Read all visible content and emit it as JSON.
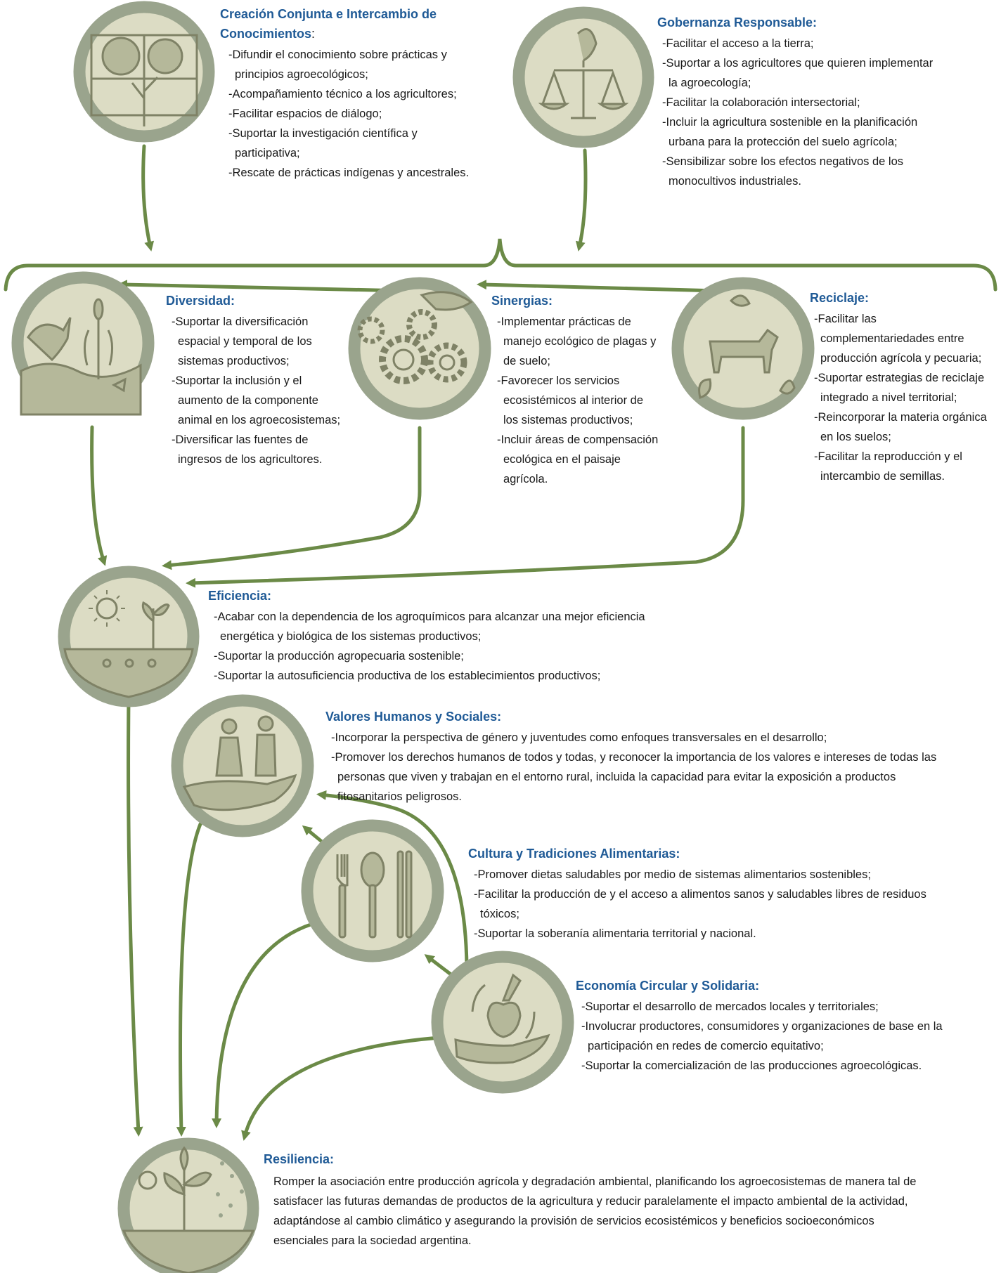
{
  "colors": {
    "arrow": "#6b8a47",
    "ring": "#9aa48d",
    "ring_inner": "#dcdcc4",
    "icon_fill": "#b5b89a",
    "icon_stroke": "#7f8266",
    "title": "#1f5a96"
  },
  "nodes": {
    "conocimiento": {
      "title": "Creación Conjunta e Intercambio de Conocimientos",
      "title_suffix": ":",
      "icon": "trees-icon",
      "items": [
        "-Difundir el conocimiento sobre prácticas y principios agroecológicos;",
        "-Acompañamiento técnico a los agricultores;",
        "-Facilitar espacios de diálogo;",
        "-Suportar la investigación científica y participativa;",
        "-Rescate de prácticas indígenas y ancestrales."
      ]
    },
    "gobernanza": {
      "title": "Gobernanza Responsable:",
      "icon": "scales-icon",
      "items": [
        "-Facilitar el acceso a la tierra;",
        "-Suportar a los agricultores que quieren implementar la agroecología;",
        "-Facilitar la colaboración intersectorial;",
        "-Incluir la agricultura sostenible en la planificación urbana para la protección del suelo agrícola;",
        "-Sensibilizar sobre los efectos negativos de los monocultivos industriales."
      ]
    },
    "diversidad": {
      "title": "Diversidad:",
      "icon": "goat-crops-icon",
      "items": [
        "-Suportar la diversificación espacial y temporal de los sistemas productivos;",
        "-Suportar la inclusión y el aumento de la componente animal en los agroecosistemas;",
        "-Diversificar las fuentes de ingresos de los agricultores."
      ]
    },
    "sinergias": {
      "title": "Sinergias:",
      "icon": "gears-icon",
      "items": [
        "-Implementar prácticas de manejo ecológico de plagas y de suelo;",
        "-Favorecer los servicios ecosistémicos al interior de los sistemas productivos;",
        "-Incluir áreas de compensación ecológica en el paisaje agrícola."
      ]
    },
    "reciclaje": {
      "title": "Reciclaje:",
      "icon": "cow-leaves-icon",
      "items": [
        "-Facilitar las complementariedades entre producción agrícola y pecuaria;",
        "-Suportar estrategias de reciclaje integrado a nivel territorial;",
        "-Reincorporar la materia orgánica en los suelos;",
        "-Facilitar la reproducción y el intercambio de semillas."
      ]
    },
    "eficiencia": {
      "title": "Eficiencia:",
      "icon": "sun-sprout-icon",
      "items": [
        "-Acabar con la dependencia de los agroquímicos para alcanzar una mejor eficiencia energética y biológica de los sistemas productivos;",
        "-Suportar la producción agropecuaria sostenible;",
        "-Suportar la autosuficiencia productiva de los establecimientos productivos;"
      ]
    },
    "valores": {
      "title": "Valores Humanos y Sociales:",
      "icon": "farmers-hand-icon",
      "items": [
        "-Incorporar la perspectiva de género y juventudes como enfoques transversales en el desarrollo;",
        "-Promover los derechos humanos de todos y todas, y reconocer la importancia de los valores e intereses de todas las personas que viven y trabajan en el entorno rural, incluida la capacidad para evitar la exposición a productos fitosanitarios peligrosos."
      ]
    },
    "cultura": {
      "title": "Cultura y Tradiciones Alimentarias:",
      "icon": "cutlery-icon",
      "items": [
        "-Promover dietas saludables por medio de sistemas alimentarios sostenibles;",
        "-Facilitar la producción de y el acceso a alimentos sanos y saludables libres de residuos tóxicos;",
        "-Suportar la soberanía alimentaria territorial y nacional."
      ]
    },
    "economia": {
      "title": "Economía Circular y Solidaria:",
      "icon": "apple-hand-icon",
      "items": [
        "-Suportar el desarrollo de mercados locales y territoriales;",
        "-Involucrar productores, consumidores y organizaciones de base en la participación en redes de comercio equitativo;",
        "-Suportar la comercialización de las producciones agroecológicas."
      ]
    },
    "resiliencia": {
      "title": "Resiliencia:",
      "icon": "plant-rain-icon",
      "text": "Romper la asociación entre producción agrícola y degradación ambiental, planificando los agroecosistemas de manera tal de satisfacer las futuras demandas de productos de la agricultura y reducir paralelamente el impacto ambiental de la actividad, adaptándose al cambio climático y asegurando la provisión de servicios ecosistémicos y beneficios socioeconómicos esenciales para la sociedad argentina."
    }
  }
}
